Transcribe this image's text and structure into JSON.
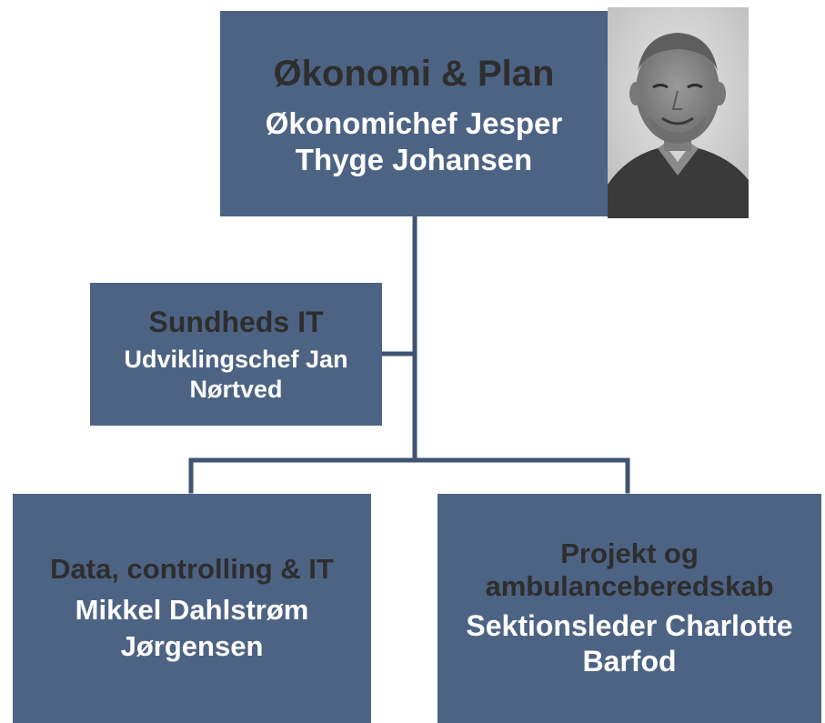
{
  "org_chart": {
    "top": {
      "unit": "Økonomi & Plan",
      "person": "Økonomichef Jesper Thyge Johansen",
      "photo": "portrait of department head"
    },
    "staff": {
      "unit": "Sundheds IT",
      "person": "Udviklingschef Jan Nørtved"
    },
    "children": [
      {
        "unit": "Data, controlling & IT",
        "person": "Mikkel Dahlstrøm Jørgensen"
      },
      {
        "unit": "Projekt og ambulanceberedskab",
        "person": "Sektionsleder Charlotte Barfod"
      }
    ]
  },
  "colors": {
    "box_fill": "#4d6384",
    "unit_text": "#2e2e2e",
    "person_text": "#ffffff",
    "connector": "#3f5472"
  }
}
